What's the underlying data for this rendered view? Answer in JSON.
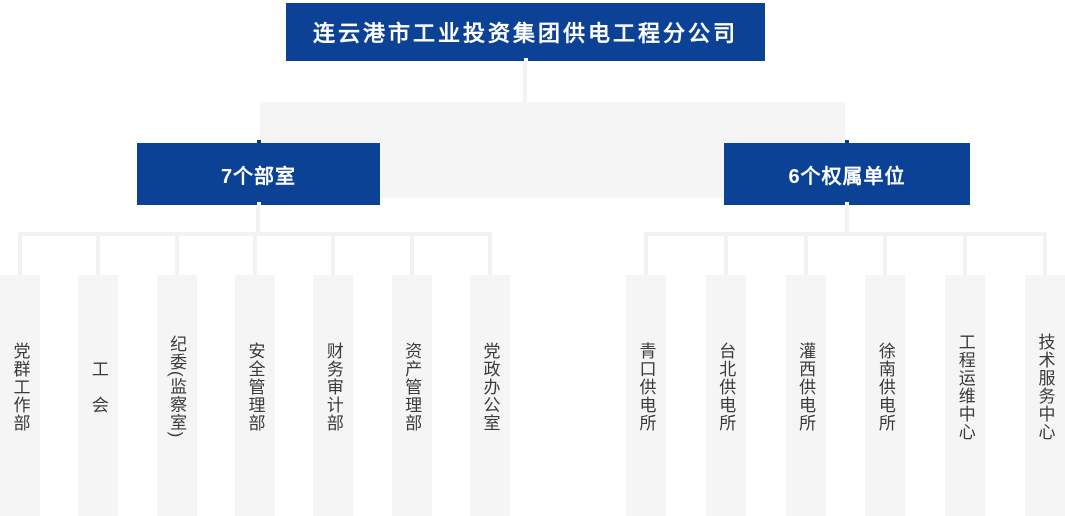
{
  "org": {
    "root": "连云港市工业投资集团供电工程分公司",
    "departments_group": {
      "label": "7个部室",
      "items": [
        "党群工作部",
        "工　会",
        "纪委(监察室)",
        "安全管理部",
        "财务审计部",
        "资产管理部",
        "党政办公室"
      ]
    },
    "units_group": {
      "label": "6个权属单位",
      "items": [
        "青口供电所",
        "台北供电所",
        "灌西供电所",
        "徐南供电所",
        "工程运维中心",
        "技术服务中心"
      ]
    }
  },
  "colors": {
    "brand_blue": "#0c4296",
    "band_gray": "#f5f5f5",
    "connector_gray": "#f2f2f2",
    "node_text": "#ffffff",
    "leaf_text": "#3a3a3a"
  }
}
